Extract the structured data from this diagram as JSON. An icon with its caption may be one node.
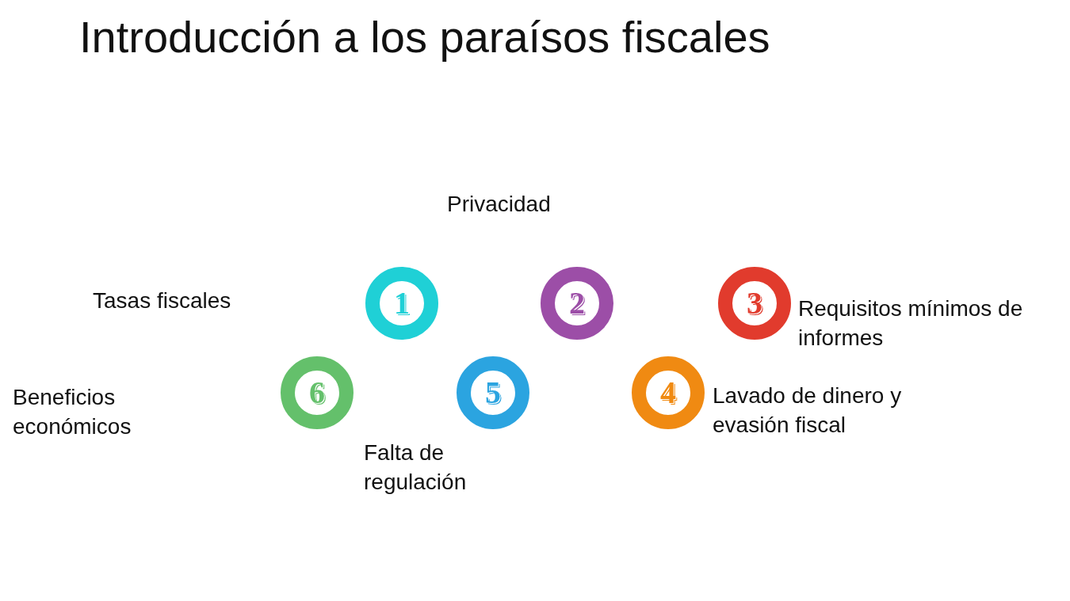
{
  "diagram": {
    "title": "Introducción a los paraísos fiscales",
    "nodes": [
      {
        "text": [
          "1"
        ]
      },
      {
        "text": [
          "2"
        ]
      },
      {
        "text": [
          "3"
        ],
        "beside": [
          "Requisitos mínimos de informes"
        ]
      },
      {
        "text": [
          "6"
        ]
      },
      {
        "text": [
          "5"
        ]
      },
      {
        "text": [
          "4"
        ],
        "beside": [
          "Lavado de dinero y evasión fiscal"
        ]
      }
    ],
    "edges": [],
    "labels": [
      "Privacidad",
      "Tasas fiscales",
      "Beneficios económicos",
      "Falta de regulación"
    ]
  }
}
